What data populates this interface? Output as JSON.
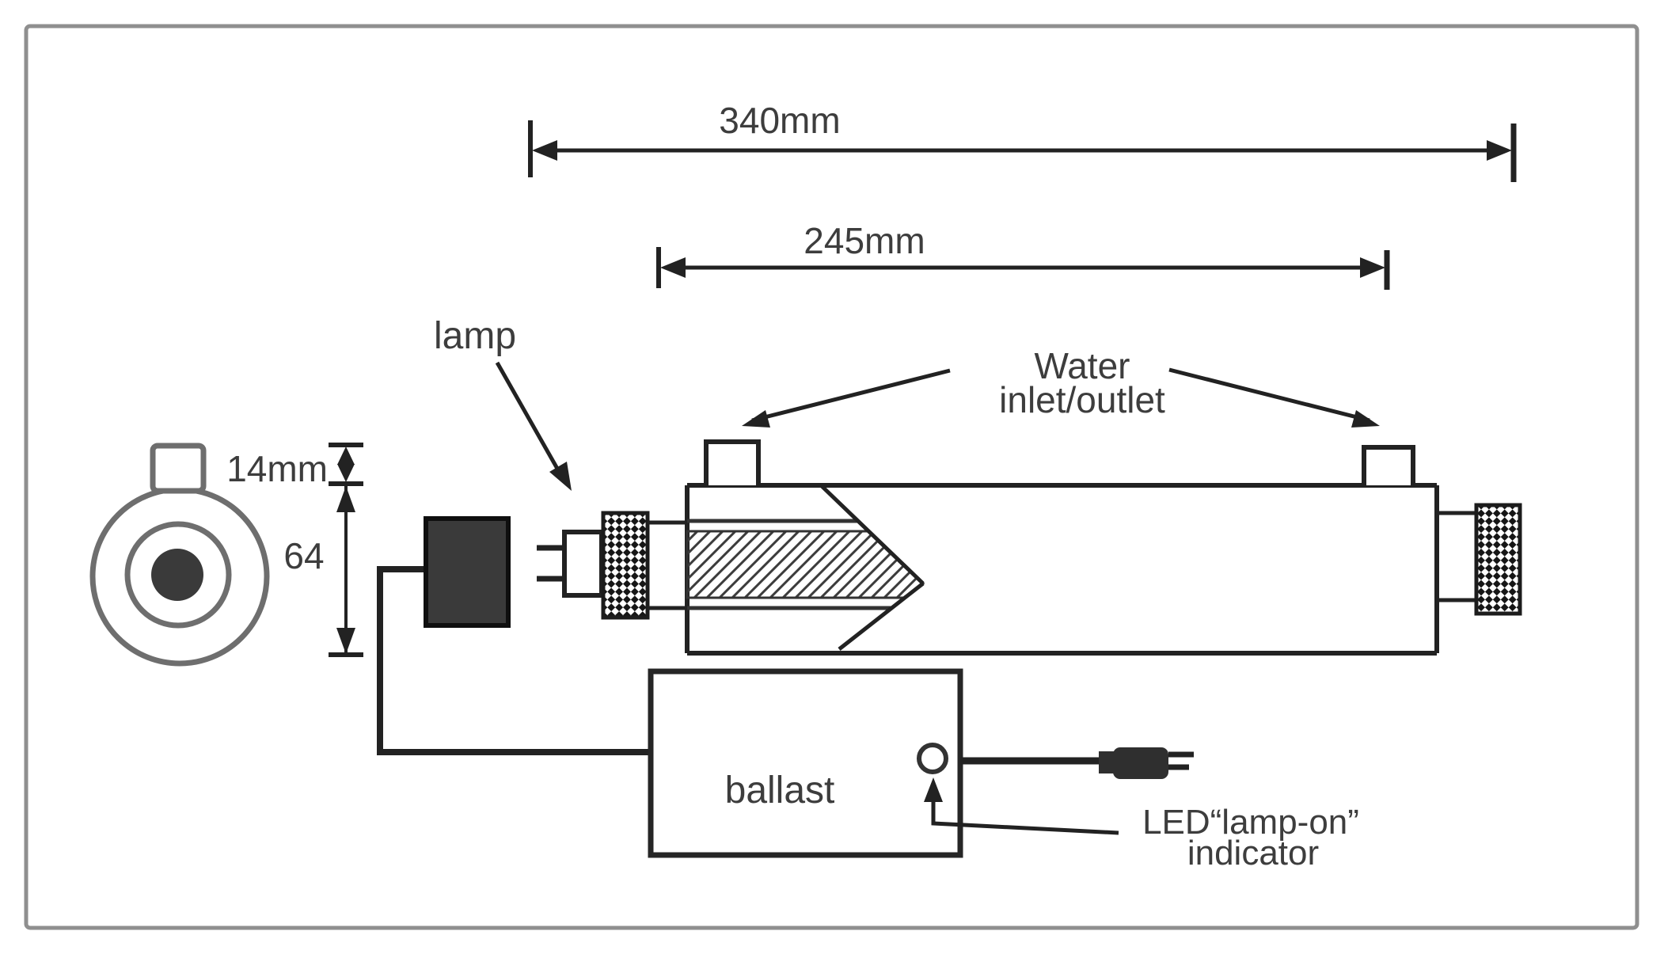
{
  "figure": {
    "type": "technical-diagram",
    "subject": "UV sterilizer lamp and chamber assembly with ballast",
    "labels": {
      "overall_length": "340mm",
      "chamber_length": "245mm",
      "lamp": "lamp",
      "water_line1": "Water",
      "water_line2": "inlet/outlet",
      "port_height": "14mm",
      "body_diameter": "64",
      "ballast": "ballast",
      "led_line1": "LED“lamp-on”",
      "led_line2": "indicator"
    },
    "colors": {
      "ink": "#222222",
      "soft_ink": "#6e6e6e",
      "text": "#3d3d3d",
      "dark_fill": "#3a3a3a",
      "frame": "#8f8f8f",
      "background": "#ffffff"
    }
  }
}
